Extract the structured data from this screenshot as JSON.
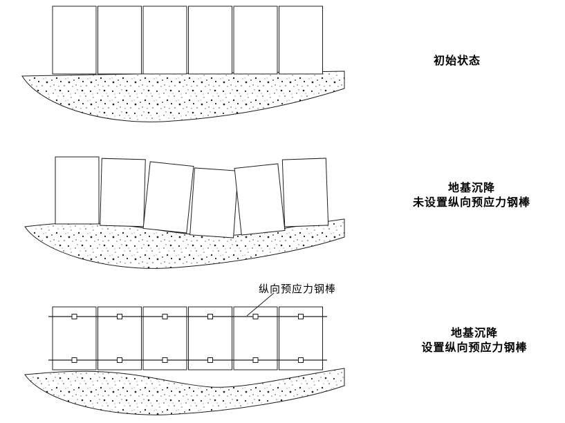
{
  "figure": {
    "panels": [
      {
        "name": "initial-state",
        "caption_lines": [
          "初始状态"
        ]
      },
      {
        "name": "settlement-without-bars",
        "caption_lines": [
          "地基沉降",
          "未设置纵向预应力钢棒"
        ]
      },
      {
        "name": "settlement-with-bars",
        "caption_lines": [
          "地基沉降",
          "设置纵向预应力钢棒"
        ]
      }
    ],
    "callout": {
      "label": "纵向预应力钢棒"
    },
    "segment_count_per_panel": 6
  },
  "colors": {
    "line": "#1c1c1c",
    "background": "#ffffff",
    "text": "#000000"
  }
}
